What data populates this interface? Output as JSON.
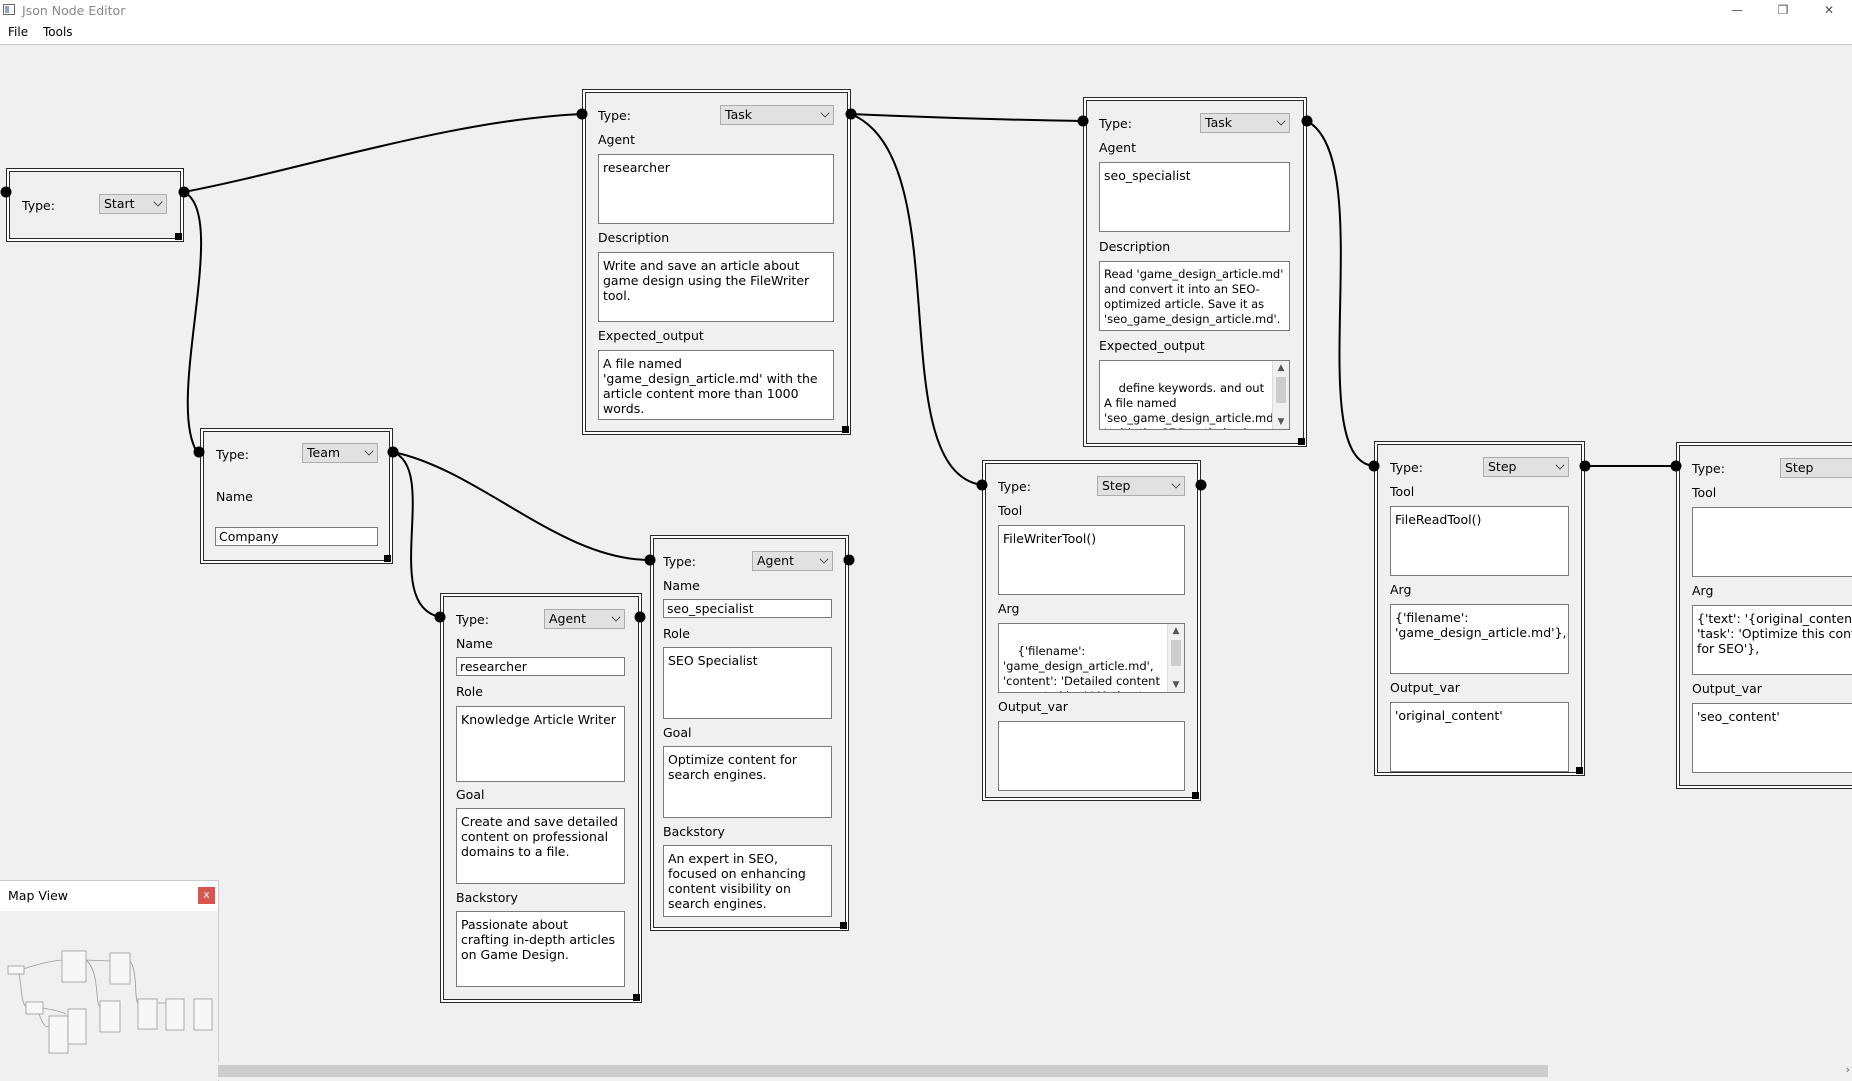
{
  "window": {
    "title": "Json Node Editor",
    "controls": {
      "minimize": "—",
      "restore": "❐",
      "close": "✕"
    }
  },
  "menu": [
    "File",
    "Tools"
  ],
  "labels": {
    "type": "Type:",
    "agent": "Agent",
    "description": "Description",
    "expected_output": "Expected_output",
    "name": "Name",
    "role": "Role",
    "goal": "Goal",
    "backstory": "Backstory",
    "tool": "Tool",
    "arg": "Arg",
    "output_var": "Output_var"
  },
  "nodes": {
    "start": {
      "type": "Start"
    },
    "team": {
      "type": "Team",
      "name": "Company"
    },
    "agent_researcher": {
      "type": "Agent",
      "name": "researcher",
      "role": "Knowledge Article Writer",
      "goal": "Create and save detailed content on professional domains to a file.",
      "backstory": "Passionate about crafting in-depth articles on Game Design."
    },
    "task_1": {
      "type": "Task",
      "agent": "researcher",
      "description": "Write and save an article about game design using the FileWriter tool.",
      "expected_output": "A file named 'game_design_article.md' with the article content more than 1000 words."
    },
    "agent_seo": {
      "type": "Agent",
      "name": "seo_specialist",
      "role": "SEO Specialist",
      "goal": "Optimize content for search engines.",
      "backstory": "An expert in SEO, focused on enhancing content visibility on search engines."
    },
    "task_2": {
      "type": "Task",
      "agent": "seo_specialist",
      "description": "Read 'game_design_article.md' and convert it into an SEO-optimized article. Save it as 'seo_game_design_article.md'.",
      "expected_output": "define keywords. and out A file named 'seo_game_design_article.md ' with the SEO-optimized content."
    },
    "step_1": {
      "type": "Step",
      "tool": "FileWriterTool()",
      "arg": "{'filename': 'game_design_article.md', 'content': 'Detailed content generated by LLM about game design'}",
      "output_var": ""
    },
    "step_2": {
      "type": "Step",
      "tool": "FileReadTool()",
      "arg": "{'filename': 'game_design_article.md'},",
      "output_var": "'original_content'"
    },
    "step_3": {
      "type": "Step",
      "tool": "",
      "arg": "{'text': '{original_content}', 'task': 'Optimize this content for SEO'},",
      "output_var": "'seo_content'"
    }
  },
  "map_view": {
    "title": "Map View",
    "close": "x"
  },
  "scroll": {
    "right_arrow": "›"
  }
}
